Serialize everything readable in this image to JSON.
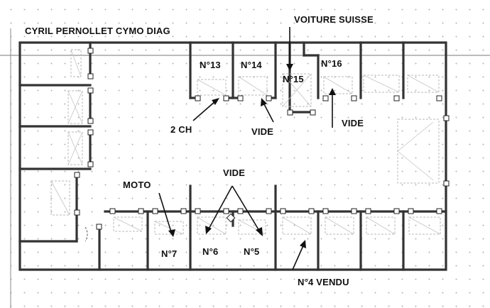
{
  "plan": {
    "title": "CYRIL PERNOLLET CYMO DIAG",
    "labels": {
      "voiture_suisse": "VOITURE SUISSE",
      "n13": "N°13",
      "n14": "N°14",
      "n15": "N°15",
      "n16": "N°16",
      "two_ch": "2 CH",
      "vide_a": "VIDE",
      "vide_b": "VIDE",
      "vide_c": "VIDE",
      "moto": "MOTO",
      "n7": "N°7",
      "n6": "N°6",
      "n5": "N°5",
      "n4_vendu": "N°4 VENDU"
    }
  },
  "colors": {
    "wall": "#333333",
    "grid_dot": "#b5b5b5",
    "text": "#111111"
  }
}
